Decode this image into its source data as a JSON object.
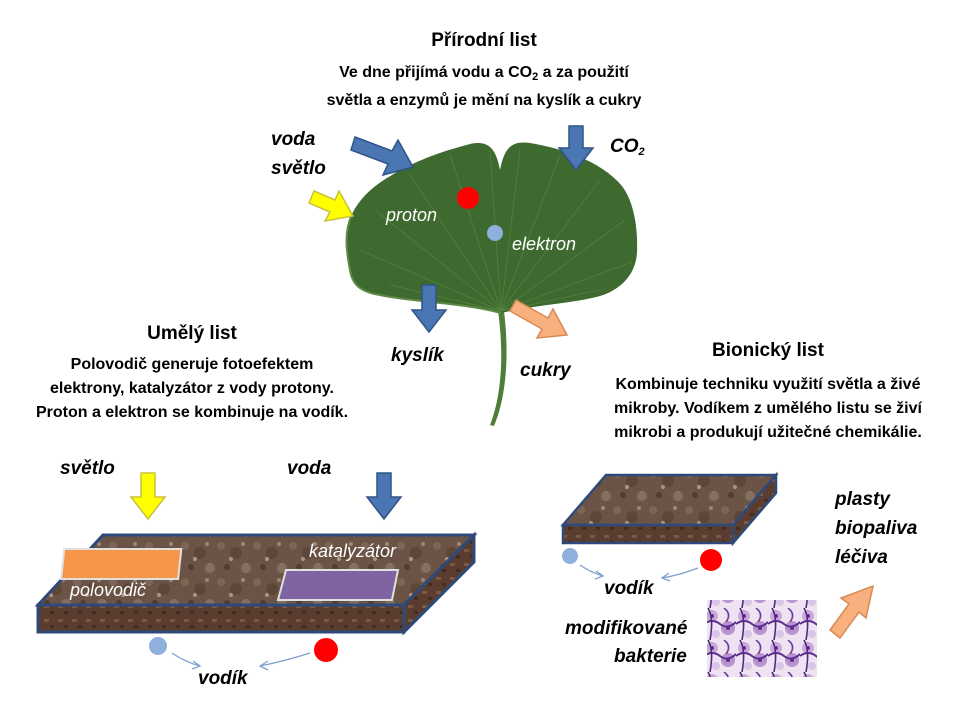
{
  "natural": {
    "title": "Přírodní list",
    "desc_line1_a": "Ve dne přijímá vodu a CO",
    "desc_line1_sub": "2",
    "desc_line1_b": " a za použití",
    "desc_line2": "světla a enzymů je mění na kyslík a cukry",
    "in_voda": "voda",
    "in_svetlo": "světlo",
    "co2_main": "CO",
    "co2_sub": "2",
    "proton": "proton",
    "elektron": "elektron",
    "kyslik": "kyslík",
    "cukry": "cukry"
  },
  "artificial": {
    "title": "Umělý list",
    "desc": [
      "Polovodič generuje fotoefektem",
      "elektrony, katalyzátor z vody protony.",
      "Proton a elektron se kombinuje na vodík."
    ],
    "svetlo": "světlo",
    "voda": "voda",
    "polovodic": "polovodič",
    "katalyzator": "katalyzátor",
    "vodik": "vodík"
  },
  "bionic": {
    "title": "Bionický list",
    "desc": [
      "Kombinuje techniku využití světla a živé",
      "mikroby. Vodíkem z umělého listu se živí",
      "mikrobi a produkují užitečné chemikálie."
    ],
    "vodik": "vodík",
    "bacteria": [
      "modifikované",
      "bakterie"
    ],
    "products": [
      "plasty",
      "biopaliva",
      "léčiva"
    ]
  },
  "colors": {
    "arrow_blue": "#4a77b4",
    "arrow_yellow": "#ffff00",
    "arrow_peach": "#f9b07f",
    "proton_red": "#ff0000",
    "electron_blue": "#8fb0dc",
    "leaf_green": "#3e6a30",
    "slab_brown": "#6b5446",
    "slab_edge": "#2e4a7a",
    "polovodic_orange": "#f79646",
    "katalyzator_purple": "#8064a2"
  },
  "icons": [
    "ginkgo-leaf",
    "blue-arrow",
    "yellow-arrow",
    "peach-arrow",
    "proton-dot",
    "electron-dot",
    "bacteria-micrograph"
  ]
}
